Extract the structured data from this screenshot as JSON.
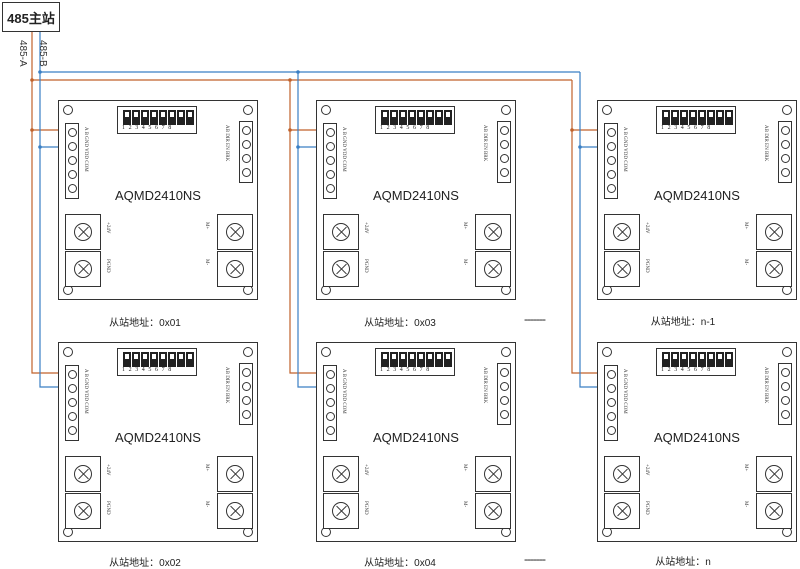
{
  "master": {
    "label": "485主站"
  },
  "wires": {
    "a_label": "485-A",
    "b_label": "485-B",
    "a_color": "#c0622b",
    "b_color": "#3a7fc4"
  },
  "board": {
    "model": "AQMD2410NS",
    "dip_numbers": "12345678",
    "left_terminal_labels": "A B GND VDD COM",
    "right_terminal_labels": "AB DIR EN BRK",
    "power_labels": [
      "+24V",
      "PGND"
    ],
    "motor_labels": [
      "M+",
      "M-"
    ]
  },
  "slaves": [
    {
      "address": "从站地址：0x01"
    },
    {
      "address": "从站地址：0x03"
    },
    {
      "address": "从站地址：n-1"
    },
    {
      "address": "从站地址：0x02"
    },
    {
      "address": "从站地址：0x04"
    },
    {
      "address": "从站地址：n"
    }
  ],
  "ellipsis": "-------"
}
